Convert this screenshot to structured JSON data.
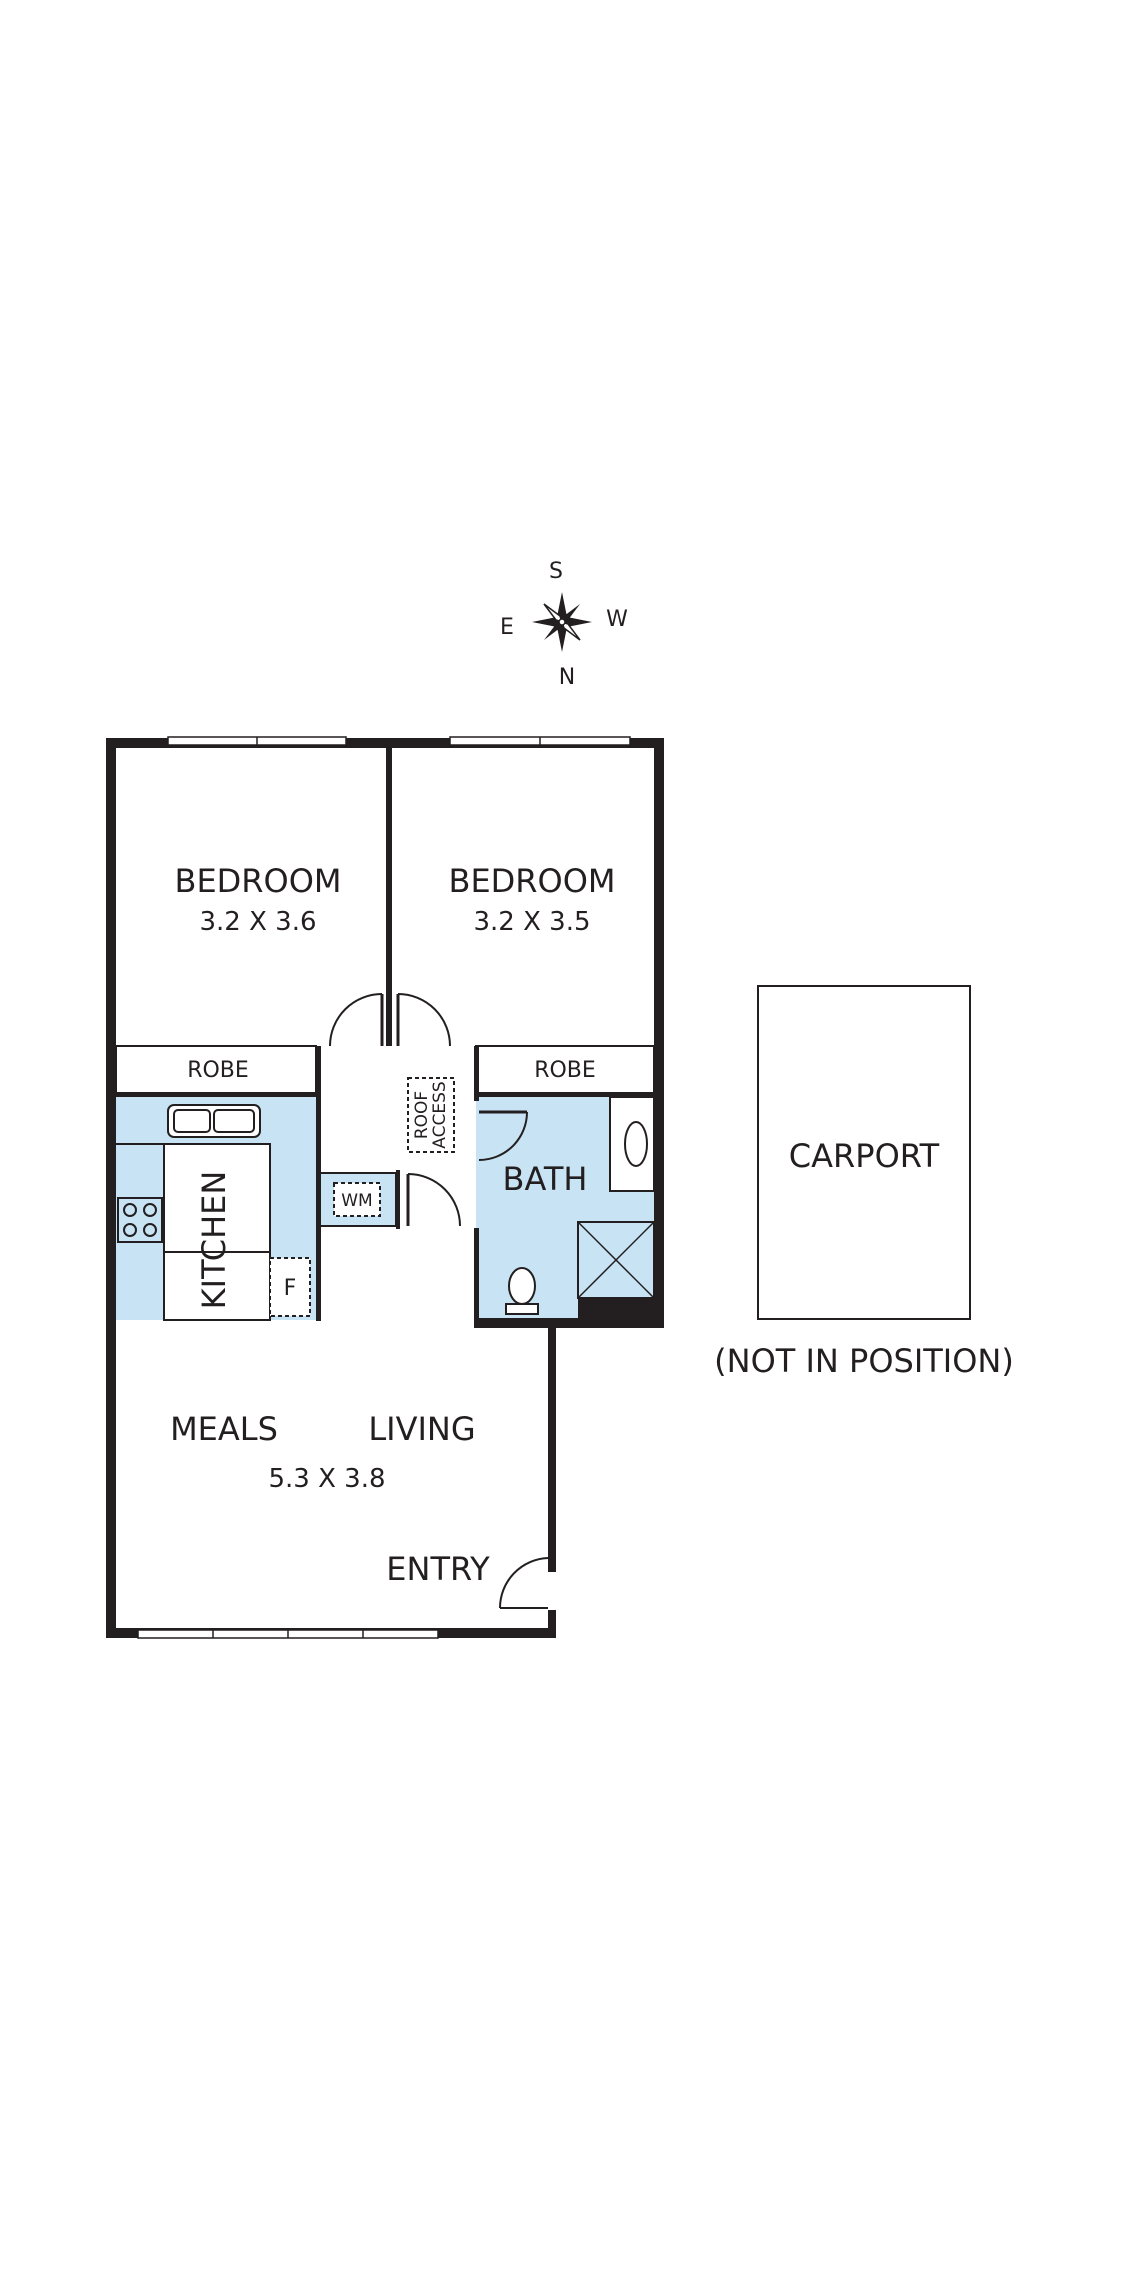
{
  "compass": {
    "s": "S",
    "e": "E",
    "w": "W",
    "n": "N"
  },
  "rooms": {
    "bedroom1": {
      "name": "BEDROOM",
      "dims": "3.2 X 3.6"
    },
    "bedroom2": {
      "name": "BEDROOM",
      "dims": "3.2 X 3.5"
    },
    "robe1": "ROBE",
    "robe2": "ROBE",
    "roof_access_line1": "ROOF",
    "roof_access_line2": "ACCESS",
    "bath": "BATH",
    "wm": "WM",
    "kitchen": "KITCHEN",
    "fridge": "F",
    "meals": "MEALS",
    "living": "LIVING",
    "living_dims": "5.3 X 3.8",
    "entry": "ENTRY",
    "carport": "CARPORT",
    "carport_note": "(NOT IN POSITION)"
  },
  "colors": {
    "wet_area": "#c8e4f4",
    "wall": "#231f20"
  }
}
